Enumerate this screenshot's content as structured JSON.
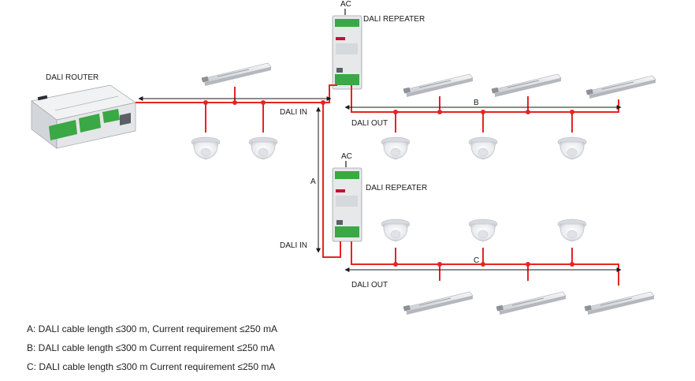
{
  "labels": {
    "router": "DALI ROUTER",
    "repeater_top": "DALI REPEATER",
    "repeater_bottom": "DALI REPEATER",
    "ac_top": "AC",
    "ac_bottom": "AC",
    "dali_in_top": "DALI IN",
    "dali_in_bottom": "DALI IN",
    "dali_out_top": "DALI OUT",
    "dali_out_bottom": "DALI OUT",
    "segment_a": "A",
    "segment_b": "B",
    "segment_c": "C"
  },
  "notes": [
    "A: DALI cable length ≤300 m, Current requirement ≤250 mA",
    "B: DALI cable length ≤300 m Current requirement ≤250 mA",
    "C: DALI cable length ≤300 m Current requirement ≤250 mA"
  ],
  "colors": {
    "bus": "#e52421",
    "dimension_line": "#1a1a1a",
    "terminal_green": "#3aa845",
    "device_body": "#e6e8ea"
  },
  "icons": {
    "router": "dali-router-icon",
    "repeater": "dali-repeater-icon",
    "driver": "led-driver-icon",
    "sensor": "ceiling-sensor-icon"
  }
}
